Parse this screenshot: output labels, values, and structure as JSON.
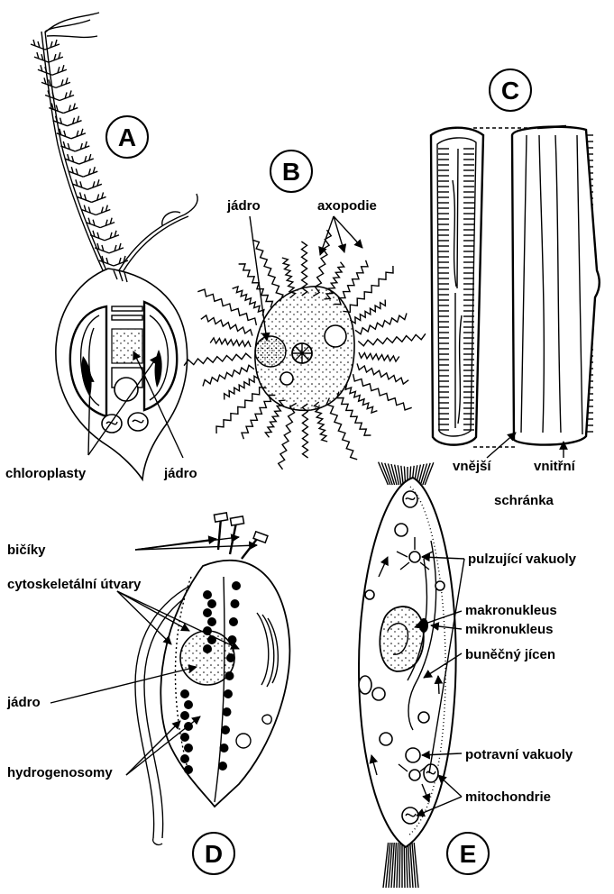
{
  "panels": {
    "A": {
      "letter": "A",
      "labels": {
        "chloroplasts": "chloroplasty",
        "nucleus": "jádro"
      }
    },
    "B": {
      "letter": "B",
      "labels": {
        "nucleus": "jádro",
        "axopodia": "axopodie"
      }
    },
    "C": {
      "letter": "C",
      "labels": {
        "outer": "vnější",
        "inner": "vnitřní",
        "shell": "schránka"
      }
    },
    "D": {
      "letter": "D",
      "labels": {
        "flagella": "bičíky",
        "cytoskeleton": "cytoskeletální útvary",
        "nucleus": "jádro",
        "hydrogenosomes": "hydrogenosomy"
      }
    },
    "E": {
      "letter": "E",
      "labels": {
        "contractile_vacuoles": "pulzující vakuoly",
        "macronucleus": "makronukleus",
        "micronucleus": "mikronukleus",
        "cytopharynx": "buněčný jícen",
        "food_vacuoles": "potravní vakuoly",
        "mitochondria": "mitochondrie"
      }
    }
  },
  "colors": {
    "ink": "#000000",
    "paper": "#ffffff"
  }
}
